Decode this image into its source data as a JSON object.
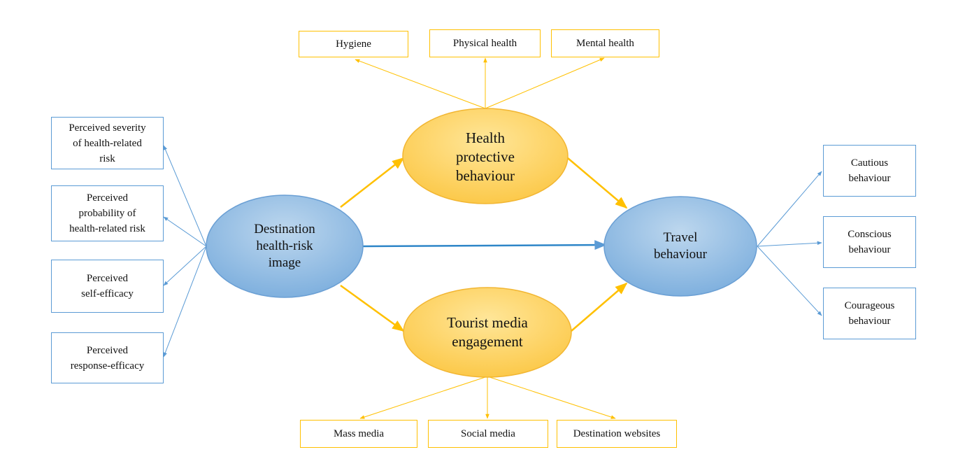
{
  "colors": {
    "blue_stroke": "#5b9bd5",
    "orange_stroke": "#ffc000",
    "blue_fill": "#9dc3e6",
    "orange_fill": "#ffd966"
  },
  "center_nodes": {
    "destination": "Destination\nhealth-risk\nimage",
    "health_protective": "Health\nprotective\nbehaviour",
    "tourist_media": "Tourist media\nengagement",
    "travel": "Travel\nbehaviour"
  },
  "left_boxes": [
    "Perceived severity\nof health-related\nrisk",
    "Perceived\nprobability of\nhealth-related risk",
    "Perceived\nself-efficacy",
    "Perceived\nresponse-efficacy"
  ],
  "top_boxes": [
    "Hygiene",
    "Physical  health",
    "Mental health"
  ],
  "bottom_boxes": [
    "Mass media",
    "Social media",
    "Destination websites"
  ],
  "right_boxes": [
    "Cautious\nbehaviour",
    "Conscious\nbehaviour",
    "Courageous\nbehaviour"
  ]
}
